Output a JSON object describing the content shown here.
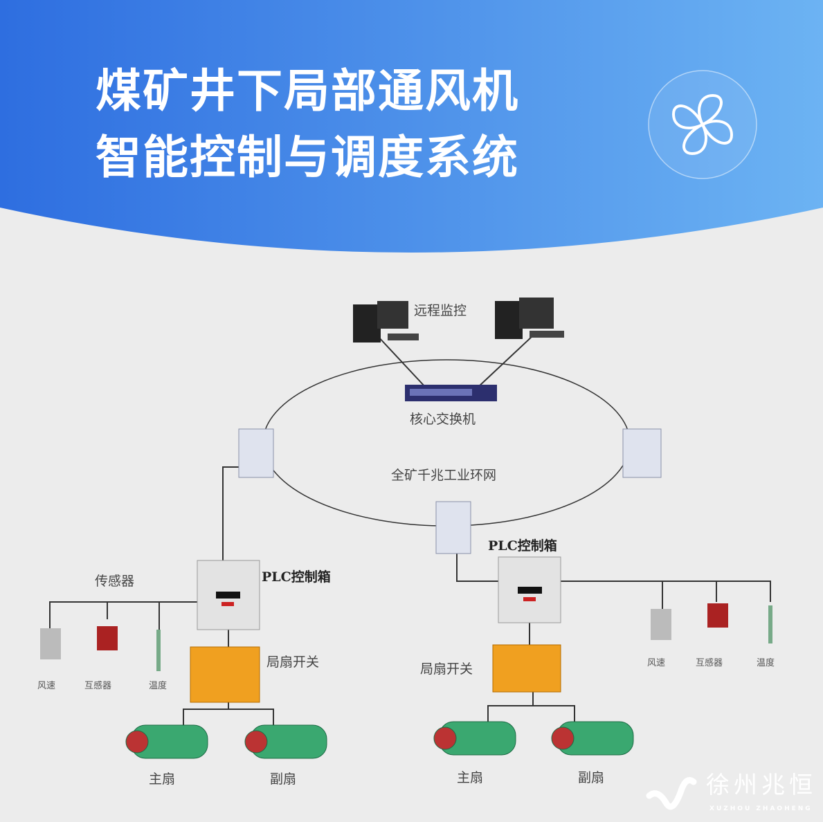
{
  "header": {
    "title_line1": "煤矿井下局部通风机",
    "title_line2": "智能控制与调度系统",
    "icon": "fan-icon",
    "gradient": [
      "#2e6ee0",
      "#6cb3f3"
    ]
  },
  "diagram": {
    "remote_monitor": "远程监控",
    "core_switch": "核心交换机",
    "ring_network": "全矿千兆工业环网",
    "left": {
      "plc": "PLC控制箱",
      "sensors": "传感器",
      "fan_switch": "局扇开关",
      "sensor_items": [
        "风速",
        "互感器",
        "温度"
      ],
      "main_fan": "主扇",
      "aux_fan": "副扇"
    },
    "right": {
      "plc": "PLC控制箱",
      "fan_switch": "局扇开关",
      "sensor_items": [
        "风速",
        "互感器",
        "温度"
      ],
      "main_fan": "主扇",
      "aux_fan": "副扇"
    }
  },
  "logo": {
    "name_cn": "徐州兆恒",
    "name_en": "XUZHOU  ZHAOHENG"
  }
}
